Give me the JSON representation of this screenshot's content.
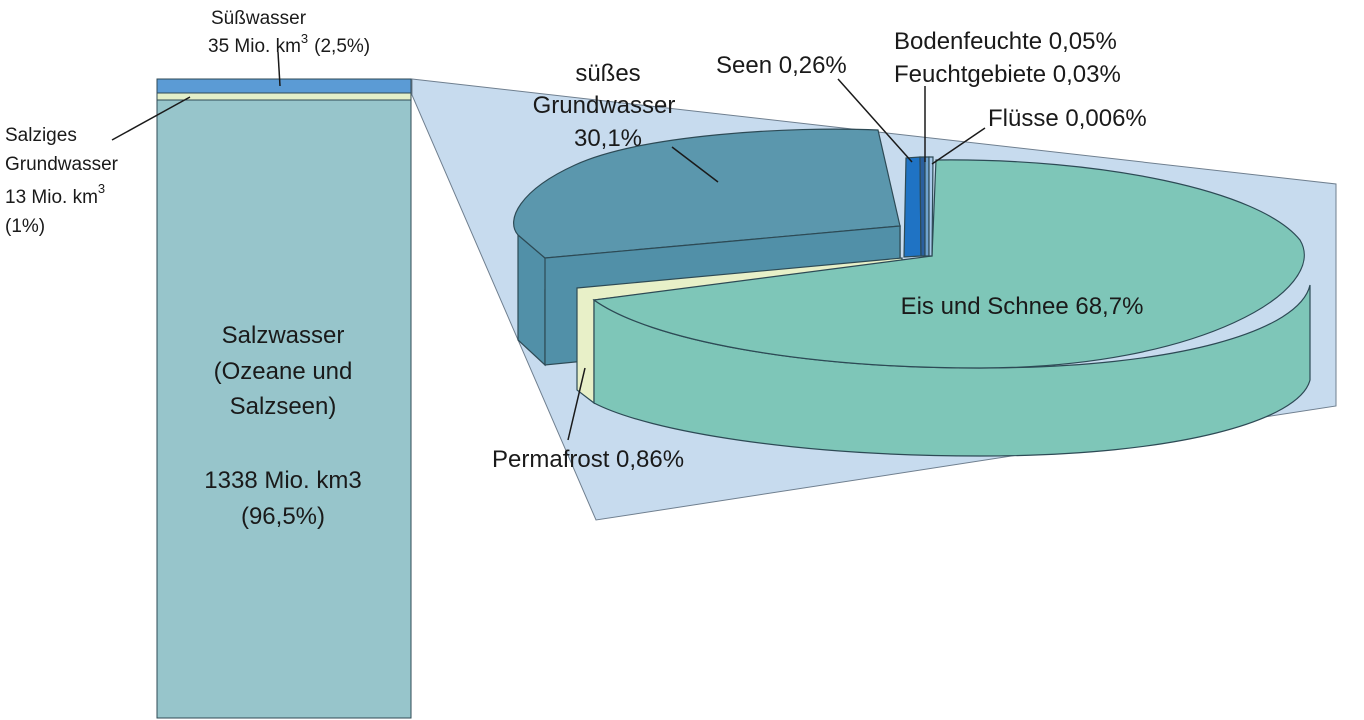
{
  "colors": {
    "background": "#ffffff",
    "salt_water": "#97c5cb",
    "fresh_water_band": "#5b9bd5",
    "salt_groundwater_band": "#e3efc9",
    "column_border": "#2f4a55",
    "zoom_fill": "#c7dbee",
    "zoom_border": "#6f7f8f",
    "ice": "#7ec6b8",
    "ice_side": "#7ec6b8",
    "groundwater": "#5b97ad",
    "groundwater_side": "#5190a8",
    "permafrost": "#e8f0c8",
    "lakes": "#1f73c4",
    "soil_moisture": "#2a5f9e",
    "wetlands": "#6fa3d0",
    "rivers": "#a8c8e8",
    "pie_stroke": "#2d4a55"
  },
  "chart_data": [
    {
      "type": "bar",
      "orientation": "stacked-column",
      "total_unit": "Mio. km3",
      "segments": [
        {
          "key": "salt",
          "value_mio_km3": 1338,
          "percent": 96.5
        },
        {
          "key": "salt_groundwater",
          "value_mio_km3": 13,
          "percent": 1
        },
        {
          "key": "fresh",
          "value_mio_km3": 35,
          "percent": 2.5
        }
      ],
      "labels": {
        "fresh_line1": "Süßwasser",
        "fresh_line2_main": "35 Mio. km",
        "fresh_line2_sup": "3",
        "fresh_line2_tail": "(2,5%)",
        "saltgw_line1": "Salziges",
        "saltgw_line2": "Grundwasser",
        "saltgw_line3_main": "13 Mio. km",
        "saltgw_line3_sup": "3",
        "saltgw_line4": "(1%)",
        "salt_line1": "Salzwasser",
        "salt_line2": "(Ozeane und",
        "salt_line3": "Salzseen)",
        "salt_line4": "1338 Mio. km3",
        "salt_line5": "(96,5%)"
      }
    },
    {
      "type": "pie",
      "style": "3d-exploded",
      "slices": [
        {
          "key": "ice",
          "value": 68.7,
          "color_key": "ice"
        },
        {
          "key": "permafrost",
          "value": 0.86,
          "color_key": "permafrost"
        },
        {
          "key": "groundwater",
          "value": 30.1,
          "color_key": "groundwater"
        },
        {
          "key": "lakes",
          "value": 0.26,
          "color_key": "lakes"
        },
        {
          "key": "soil",
          "value": 0.05,
          "color_key": "soil_moisture"
        },
        {
          "key": "wetlands",
          "value": 0.03,
          "color_key": "wetlands"
        },
        {
          "key": "rivers",
          "value": 0.006,
          "color_key": "rivers"
        }
      ],
      "labels": {
        "ice": "Eis und Schnee 68,7%",
        "permafrost": "Permafrost 0,86%",
        "groundwater_line1": "süßes",
        "groundwater_line2": "Grundwasser",
        "groundwater_line3": "30,1%",
        "lakes": "Seen 0,26%",
        "soil": "Bodenfeuchte 0,05%",
        "wetlands": "Feuchtgebiete 0,03%",
        "rivers": "Flüsse 0,006%"
      }
    }
  ]
}
